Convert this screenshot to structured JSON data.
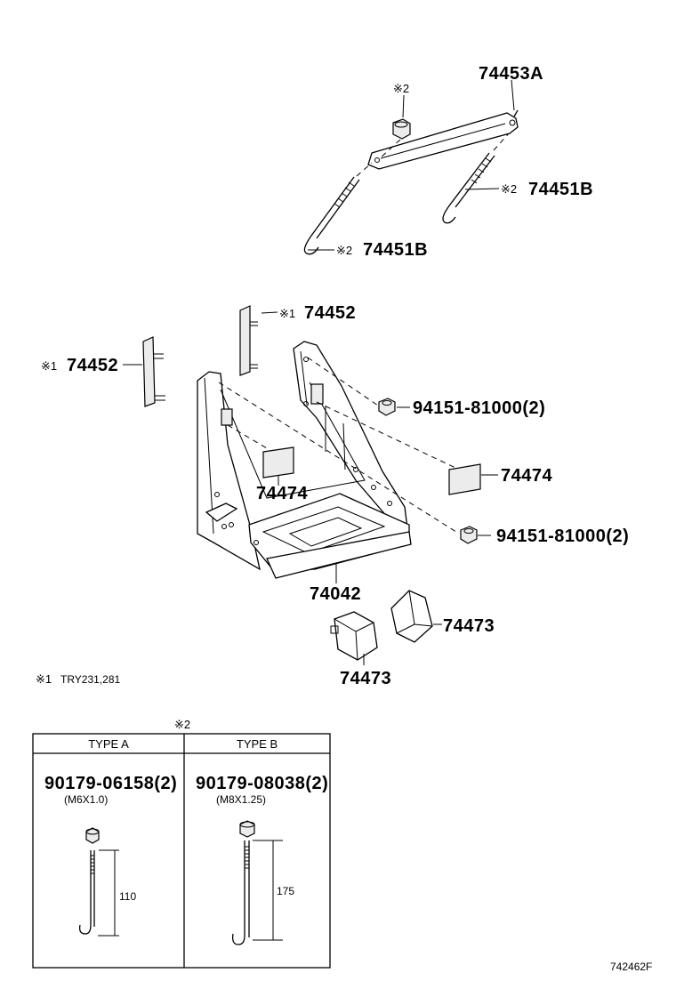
{
  "parts": {
    "clamp": "74453A",
    "hook_bolt_right": "74451B",
    "hook_bolt_left": "74451B",
    "plate_right": "74452",
    "plate_left": "74452",
    "nut_upper": "94151-81000(2)",
    "nut_lower": "94151-81000(2)",
    "pad_left": "74474",
    "pad_right": "74474",
    "carrier": "74042",
    "stopper_right": "74473",
    "stopper_left": "74473"
  },
  "marks": {
    "note1": "※1",
    "note2": "※2"
  },
  "footnote": {
    "mark": "※1",
    "text": "TRY231,281"
  },
  "table": {
    "mark": "※2",
    "type_a": {
      "header": "TYPE A",
      "part": "90179-06158(2)",
      "spec": "(M6X1.0)",
      "length": "110"
    },
    "type_b": {
      "header": "TYPE B",
      "part": "90179-08038(2)",
      "spec": "(M8X1.25)",
      "length": "175"
    }
  },
  "illustration_id": "742462F"
}
